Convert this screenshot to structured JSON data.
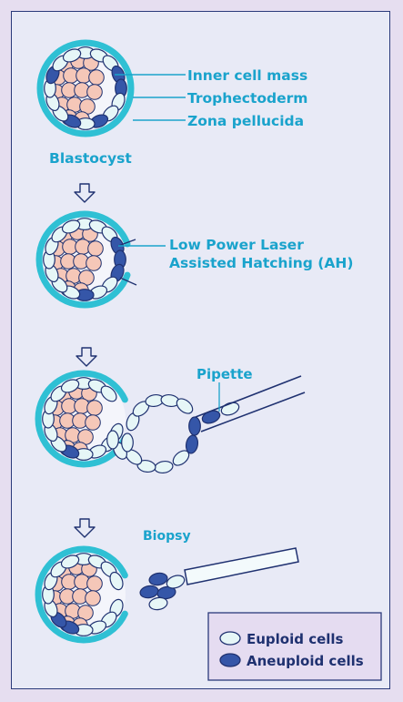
{
  "labels": {
    "inner_cell_mass": "Inner cell mass",
    "trophectoderm": "Trophectoderm",
    "zona_pellucida": "Zona pellucida",
    "blastocyst": "Blastocyst",
    "laser_line1": "Low Power Laser",
    "laser_line2": "Assisted Hatching (AH)",
    "pipette": "Pipette",
    "biopsy": "Biopsy"
  },
  "legend": {
    "euploid": "Euploid cells",
    "aneuploid": "Aneuploid cells"
  },
  "colors": {
    "zona": "#2fc0d4",
    "euploid_fill": "#e6f6f7",
    "aneuploid_fill": "#3556a8",
    "icm_fill": "#f5c7b8",
    "outline": "#1f3170",
    "label": "#1aa3cc"
  }
}
